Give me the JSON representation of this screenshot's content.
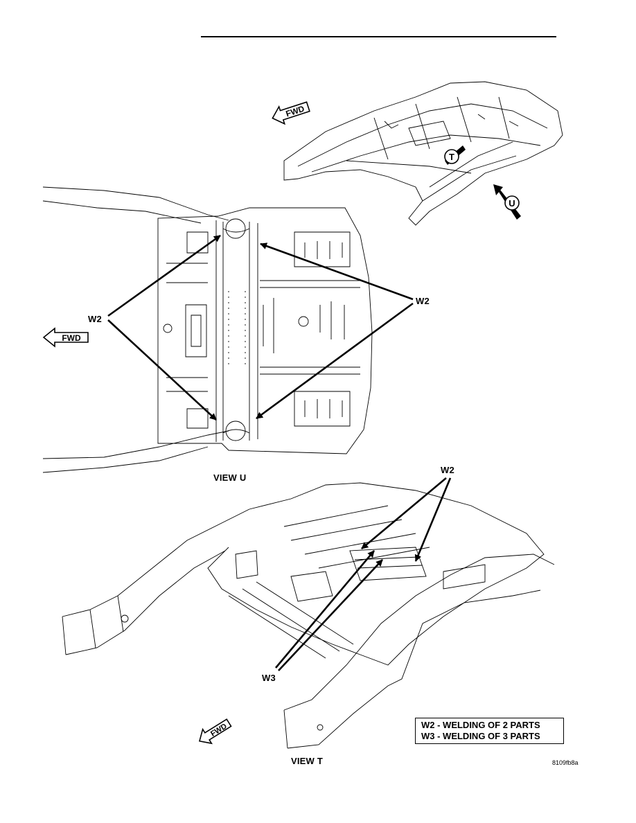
{
  "labels": {
    "fwd": "FWD",
    "t": "T",
    "u": "U",
    "w2": "W2",
    "w3": "W3",
    "view_u": "VIEW U",
    "view_t": "VIEW T"
  },
  "legend": {
    "line1": "W2 - WELDING OF 2 PARTS",
    "line2": "W3 - WELDING OF 3 PARTS"
  },
  "figure_code": "8109fb8a"
}
